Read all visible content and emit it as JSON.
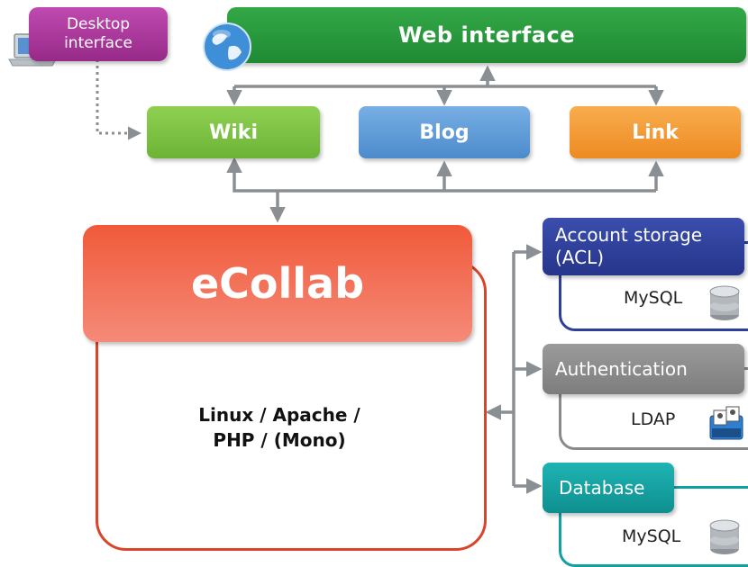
{
  "nodes": {
    "desktop": {
      "line1": "Desktop",
      "line2": "interface"
    },
    "web": {
      "label": "Web interface"
    },
    "wiki": {
      "label": "Wiki"
    },
    "blog": {
      "label": "Blog"
    },
    "link": {
      "label": "Link"
    },
    "ecollab": {
      "title": "eCollab",
      "stack_line1": "Linux / Apache /",
      "stack_line2": "PHP / (Mono)"
    },
    "account": {
      "line1": "Account storage",
      "line2": "(ACL)",
      "backend": "MySQL",
      "icon": "database-icon"
    },
    "auth": {
      "label": "Authentication",
      "backend": "LDAP",
      "icon": "directory-icon"
    },
    "database": {
      "label": "Database",
      "backend": "MySQL",
      "icon": "database-icon"
    }
  },
  "colors": {
    "desktop": "#a8329a",
    "web": "#2e9d3f",
    "wiki": "#7cc142",
    "blog": "#5c9bd5",
    "link": "#f39a30",
    "ecollab": "#e65a3c",
    "account": "#2e3f9a",
    "auth": "#8a8a8a",
    "database": "#15a0a0",
    "connector": "#8a8f94"
  }
}
